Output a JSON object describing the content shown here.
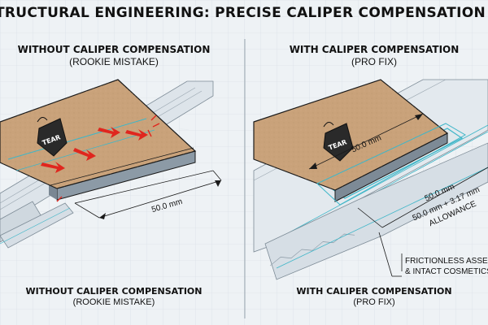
{
  "title": "TRUCTURAL ENGINEERING: PRECISE CALIPER COMPENSATION TOLERANCE",
  "left_panel": {
    "heading": "WITHOUT CALIPER COMPENSATION",
    "subheading": "(ROOKIE MISTAKE)",
    "tab_label": "TEAR",
    "dimension": "50.0 mm",
    "footer_heading": "WITHOUT CALIPER COMPENSATION",
    "footer_subheading": "(ROOKIE MISTAKE)"
  },
  "right_panel": {
    "heading": "WITH CALIPER COMPENSATION",
    "subheading": "(PRO FIX)",
    "tab_label": "TEAR",
    "dimension_top": "50.0 mm",
    "dimension_inner": "50.0 mm",
    "dimension_allowance": "50.0 mm + 3.17 mm",
    "allowance_label": "ALLOWANCE",
    "callout_line1": "FRICTIONLESS ASSEM",
    "callout_line2": "& INTACT COSMETICS",
    "footer_heading": "WITH CALIPER COMPENSATION",
    "footer_subheading": "(PRO FIX)"
  },
  "colors": {
    "cardboard": "#c9a27a",
    "cardboard_dark": "#a98460",
    "ink": "#1a1a1a",
    "cyan_edge": "#3fb6c8",
    "arrow_red": "#e0261e",
    "background": "#eef2f5"
  }
}
